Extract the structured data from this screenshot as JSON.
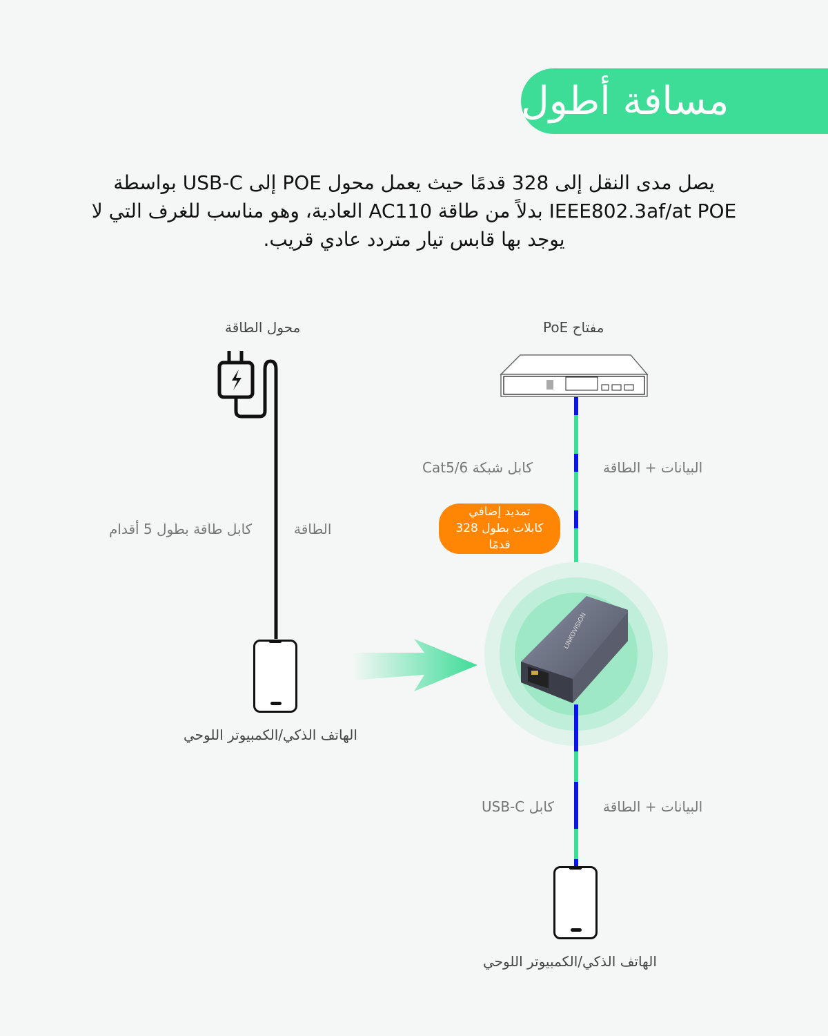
{
  "title": "مسافة أطول",
  "description": [
    "يصل مدى النقل إلى 328 قدمًا حيث يعمل محول POE إلى USB-C بواسطة",
    "IEEE802.3af/at POE بدلاً من طاقة AC110 العادية، وهو مناسب للغرف التي لا",
    "يوجد بها قابس تيار متردد عادي قريب."
  ],
  "left": {
    "adapter_label": "محول الطاقة",
    "cable_label": "كابل طاقة بطول 5 أقدام",
    "power_label": "الطاقة",
    "device_label": "الهاتف الذكي/الكمبيوتر اللوحي"
  },
  "right": {
    "switch_label": "مفتاح PoE",
    "network_cable_label": "كابل شبكة Cat5/6",
    "data_power_label_top": "البيانات + الطاقة",
    "extension_badge": [
      "تمديد إضافي",
      "كابلات بطول 328",
      "قدمًا"
    ],
    "usbc_cable_label": "كابل USB-C",
    "data_power_label_bottom": "البيانات + الطاقة",
    "device_label": "الهاتف الذكي/الكمبيوتر اللوحي",
    "product_brand": "LINKOVISION"
  },
  "colors": {
    "accent": "#3ddc97",
    "badge": "#ff8505",
    "cable_blue": "#0a14e8"
  }
}
